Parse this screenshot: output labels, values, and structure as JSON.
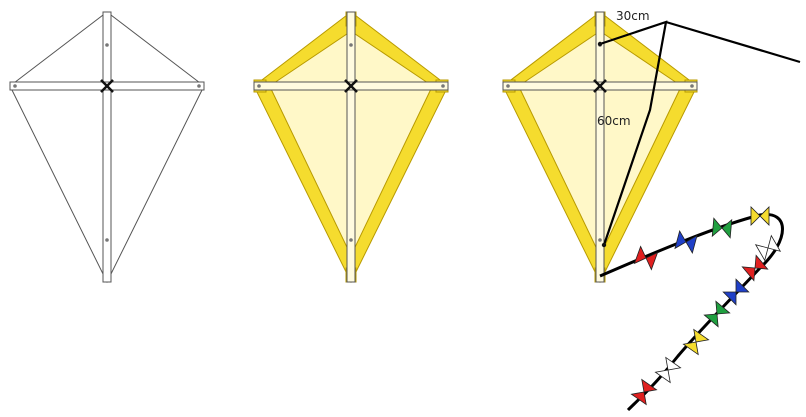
{
  "colors": {
    "outline": "#555555",
    "frame_yellow": "#f5dc2e",
    "frame_edge": "#b89a00",
    "sail_fill": "#fff8c8",
    "line": "#000000",
    "bow_red": "#e02020",
    "bow_blue": "#2040c8",
    "bow_green": "#20a040",
    "bow_yellow": "#f5dc2e",
    "bow_white": "#ffffff"
  },
  "panels": [
    {
      "id": "kite-outline",
      "style": "outline"
    },
    {
      "id": "kite-framed",
      "style": "framed"
    },
    {
      "id": "kite-complete",
      "style": "framed-with-bridle-and-tail"
    }
  ],
  "labels": {
    "upper_bridle": "30cm",
    "lower_bridle": "60cm"
  },
  "tail_bows": [
    "red",
    "blue",
    "green",
    "yellow",
    "white",
    "red",
    "blue",
    "green",
    "yellow",
    "white",
    "red"
  ]
}
